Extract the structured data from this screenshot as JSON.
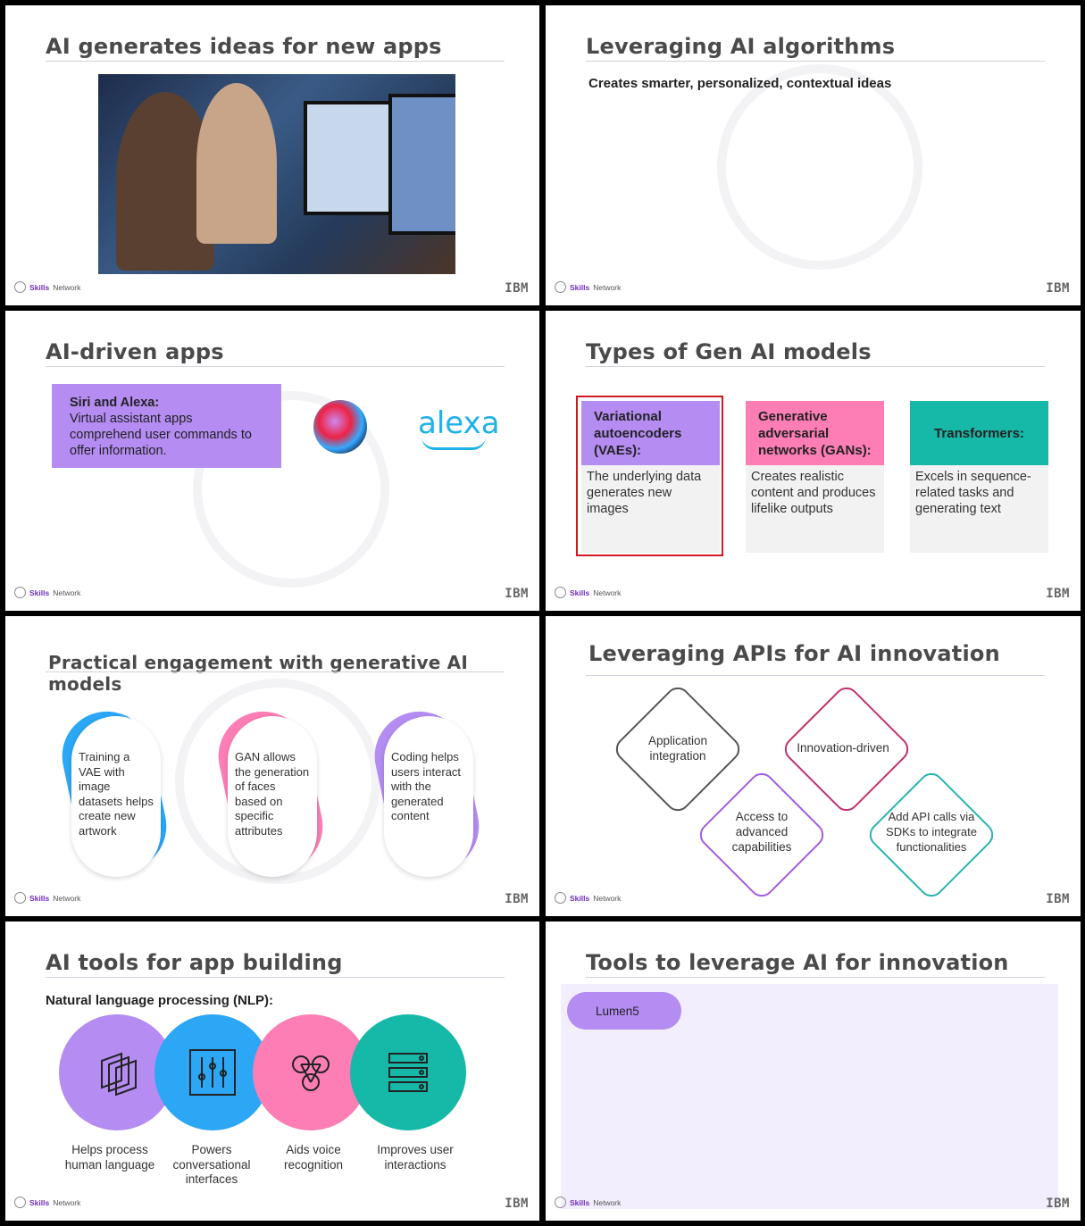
{
  "footer": {
    "skills": "Skills",
    "network": "Network",
    "ibm": "IBM"
  },
  "slides": [
    {
      "title": "AI generates ideas for new apps"
    },
    {
      "title": "Leveraging AI algorithms",
      "subtitle": "Creates smarter, personalized, contextual ideas"
    },
    {
      "title": "AI-driven apps",
      "box_heading": "Siri and Alexa:",
      "box_text": "Virtual assistant apps comprehend user commands to offer information.",
      "alexa": "alexa"
    },
    {
      "title": "Types of Gen AI models",
      "cards": [
        {
          "heading": "Variational autoencoders (VAEs):",
          "body": "The underlying data generates new images"
        },
        {
          "heading": "Generative adversarial networks (GANs):",
          "body": "Creates realistic content and produces lifelike outputs"
        },
        {
          "heading": "Transformers:",
          "body": "Excels in sequence-related tasks and generating text"
        }
      ]
    },
    {
      "title": "Practical engagement with generative AI models",
      "pills": [
        {
          "text": "Training a VAE with image datasets helps create new artwork",
          "color": "#2ba7f5"
        },
        {
          "text": "GAN allows the generation of faces based on specific attributes",
          "color": "#fc7eb5"
        },
        {
          "text": "Coding helps users interact with the generated content",
          "color": "#b48cf2"
        }
      ]
    },
    {
      "title": "Leveraging APIs for AI innovation",
      "nodes": [
        {
          "text": "Application integration",
          "color": "#555555"
        },
        {
          "text": "Innovation-driven",
          "color": "#c0306e"
        },
        {
          "text": "Access to advanced capabilities",
          "color": "#a25ce0"
        },
        {
          "text": "Add API calls via SDKs to integrate functionalities",
          "color": "#26b3b0"
        }
      ]
    },
    {
      "title": "AI tools for app building",
      "subtitle": "Natural language processing (NLP):",
      "tools": [
        {
          "caption": "Helps process human language",
          "color": "#b48cf2",
          "icon": "layers-icon"
        },
        {
          "caption": "Powers conversational interfaces",
          "color": "#2ba7f5",
          "icon": "sliders-icon"
        },
        {
          "caption": "Aids voice recognition",
          "color": "#fc7eb5",
          "icon": "network-icon"
        },
        {
          "caption": "Improves user interactions",
          "color": "#16b8a8",
          "icon": "stack-icon"
        }
      ]
    },
    {
      "title": "Tools to leverage AI for innovation",
      "pill": "Lumen5"
    }
  ]
}
